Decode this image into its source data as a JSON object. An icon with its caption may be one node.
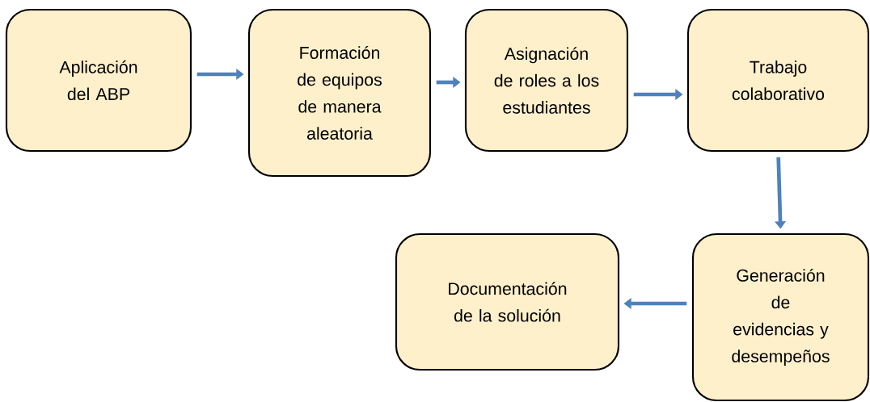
{
  "diagram": {
    "nodes": [
      {
        "text": [
          "Aplicación del ABP"
        ]
      },
      {
        "text": [
          "Formación de equipos de manera aleatoria"
        ]
      },
      {
        "text": [
          "Asignación de roles a los estudiantes"
        ]
      },
      {
        "text": [
          "Trabajo colaborativo"
        ]
      },
      {
        "text": [
          "Generación de evidencias y desempeños"
        ]
      },
      {
        "text": [
          "Documentación de la solución"
        ]
      }
    ],
    "edges": [
      {
        "from": 0,
        "to": 1,
        "arrow": "to"
      },
      {
        "from": 1,
        "to": 2,
        "arrow": "to"
      },
      {
        "from": 2,
        "to": 3,
        "arrow": "to"
      },
      {
        "from": 3,
        "to": 4,
        "arrow": "to"
      },
      {
        "from": 4,
        "to": 5,
        "arrow": "to"
      }
    ]
  }
}
